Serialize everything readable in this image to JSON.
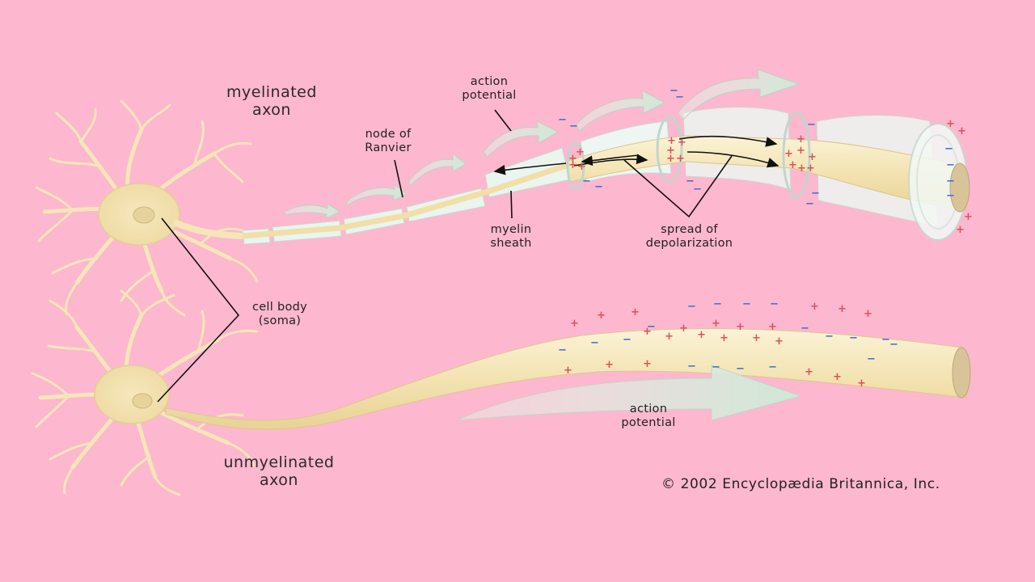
{
  "labels": {
    "myelinated_axon": "myelinated\naxon",
    "unmyelinated_axon": "unmyelinated\naxon",
    "node_of_ranvier": "node of\nRanvier",
    "action_potential_top": "action\npotential",
    "myelin_sheath": "myelin\nsheath",
    "spread_of_depolarization": "spread of\ndepolarization",
    "cell_body": "cell body\n(soma)",
    "action_potential_bottom": "action\npotential"
  },
  "copyright": "© 2002 Encyclopædia Britannica, Inc.",
  "charge_symbols": {
    "positive": "+",
    "negative": "−"
  },
  "colors": {
    "background": "#fdb7cf",
    "neuron": "#f4e6b8",
    "neuron_edge": "#d8c68a",
    "sheath": "#e8f3ee",
    "arrow_fill": "#d7eedc",
    "positive": "#e0505a",
    "negative": "#3a6fd0",
    "leader": "#111111"
  }
}
